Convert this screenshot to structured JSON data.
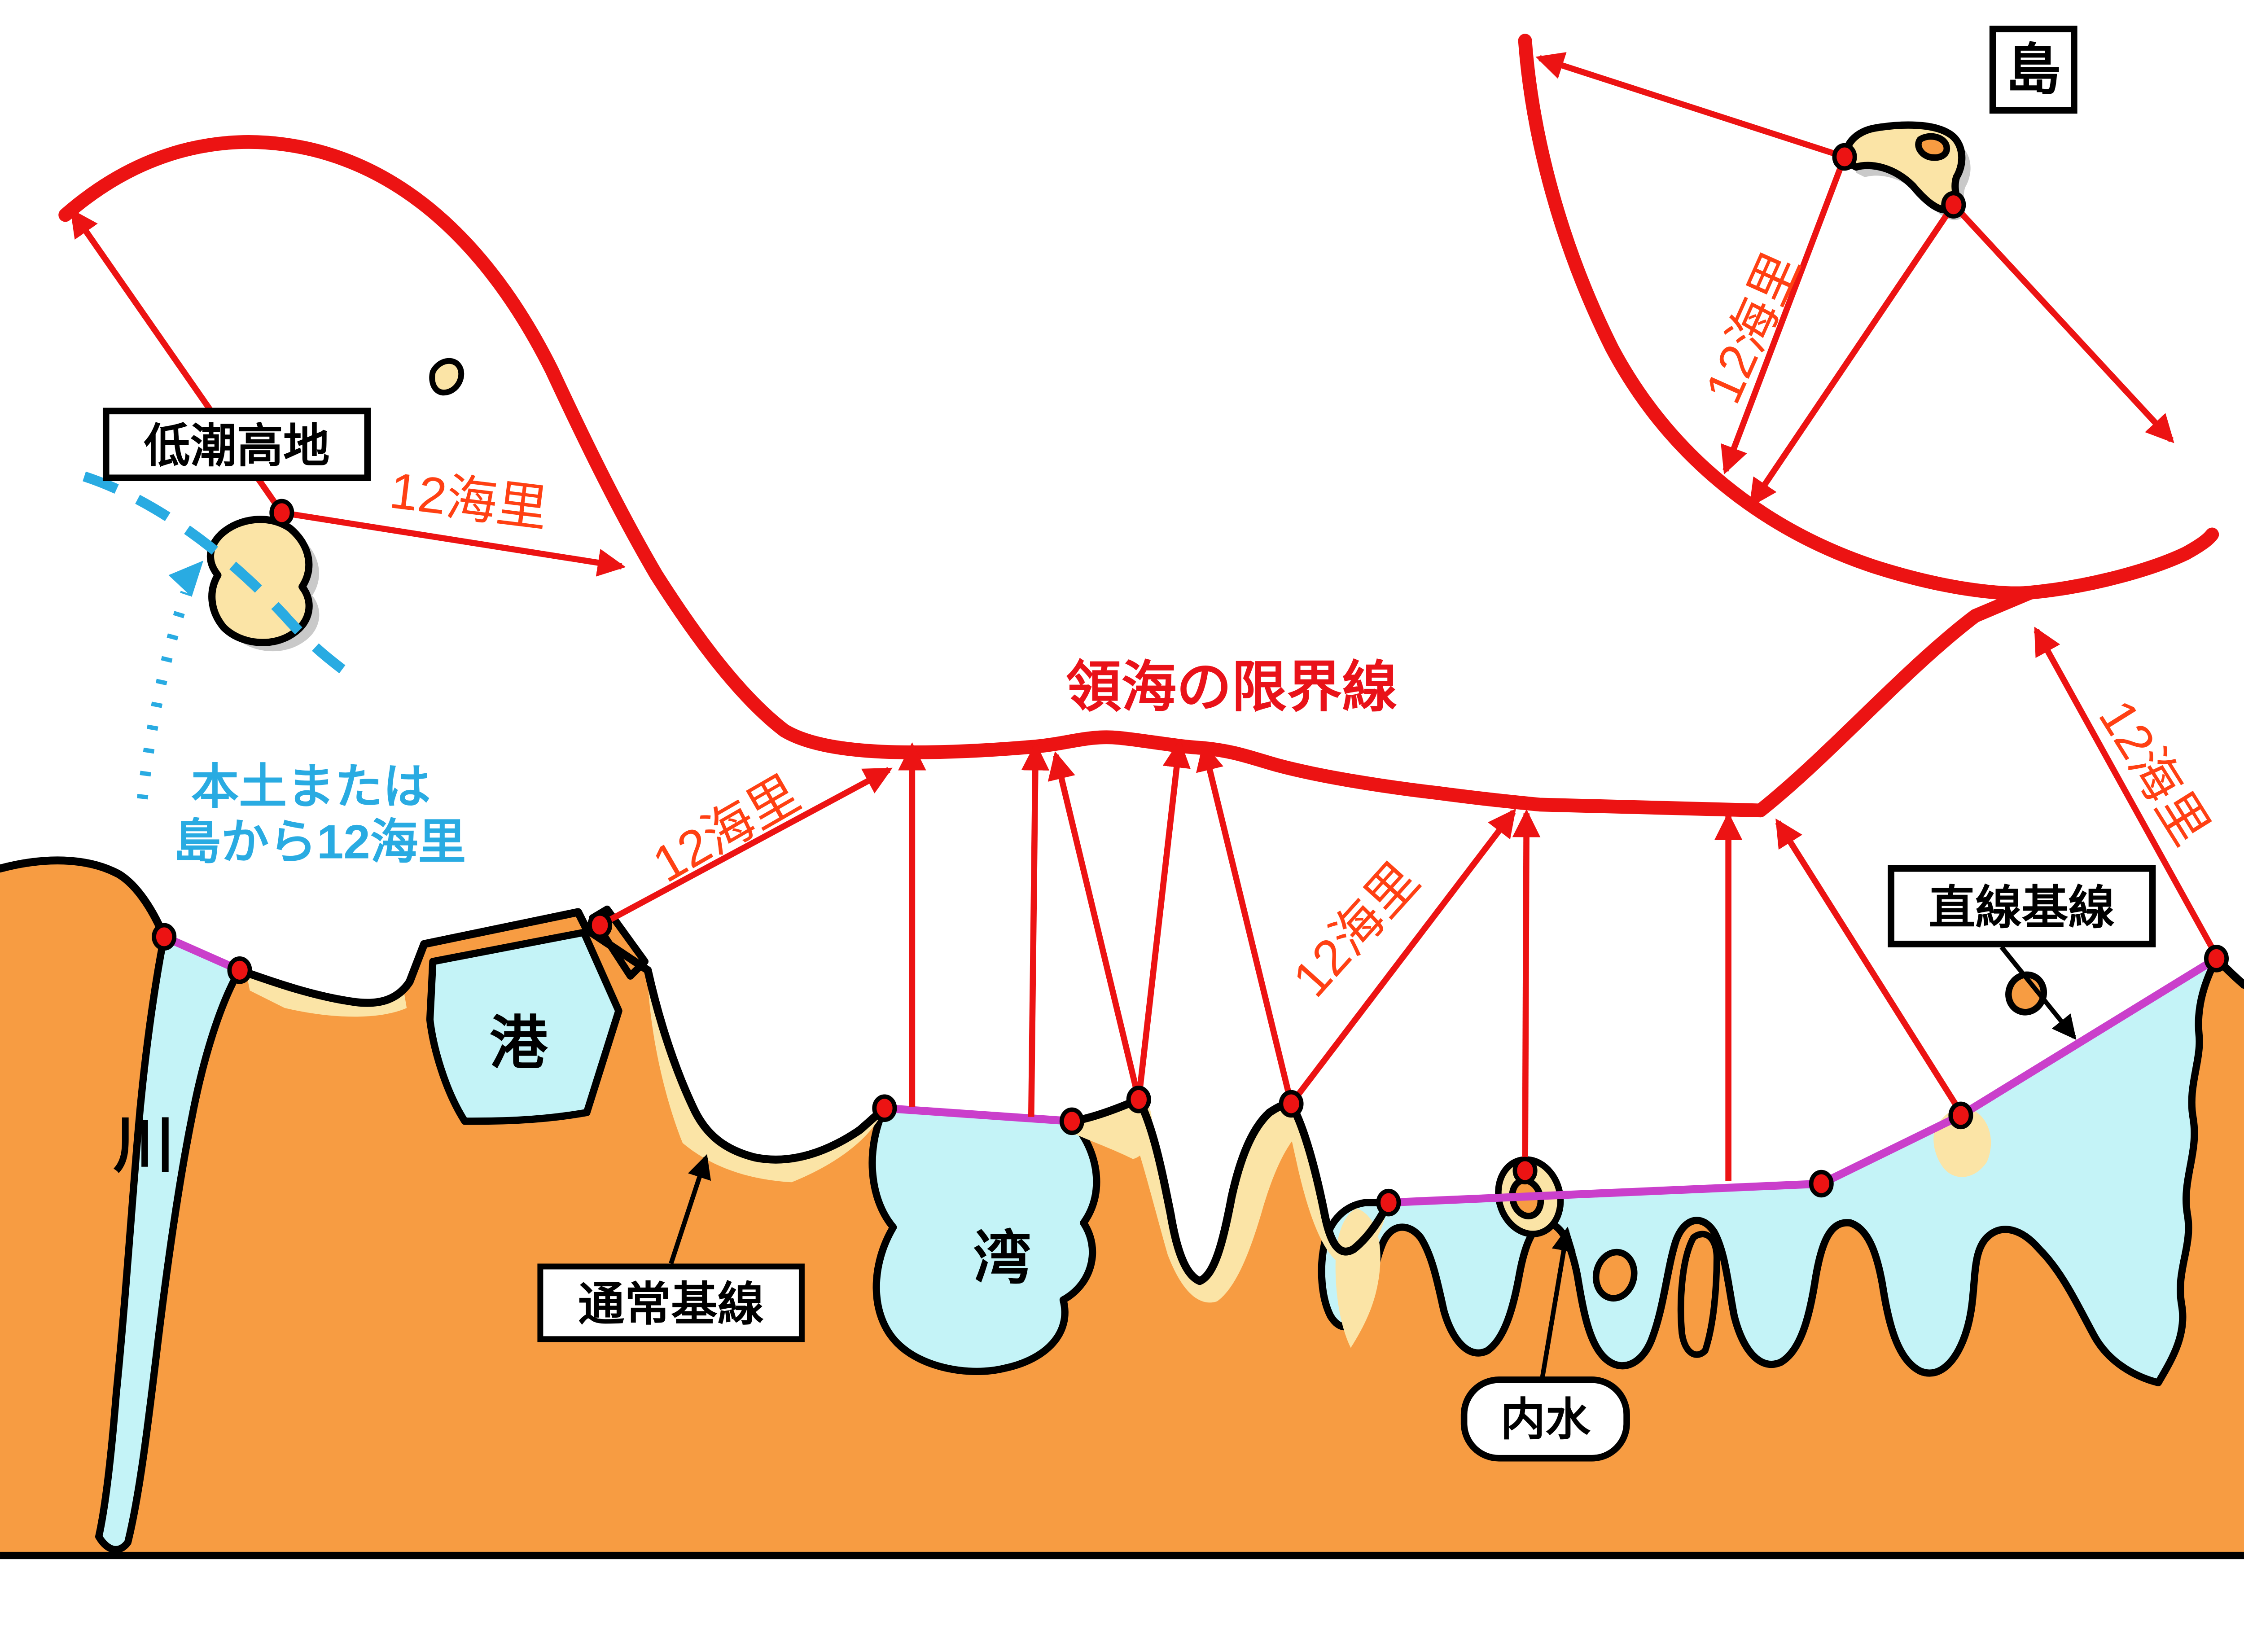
{
  "labels": {
    "island_box": "島",
    "low_tide_elevation_box": "低潮高地",
    "nm12": "12海里",
    "mainland_note_line1": "本土または",
    "mainland_note_line2": "島から12海里",
    "sea_limit": "領海の限界線",
    "port": "港",
    "river": "川",
    "bay": "湾",
    "normal_baseline_box": "通常基線",
    "inland_water_box": "内水",
    "straight_baseline_box": "直線基線"
  },
  "colors": {
    "land_orange": "#F79C42",
    "sand": "#FBE4A6",
    "water_cyan": "#C4F3F7",
    "limit_red": "#EC1313",
    "nm12_text": "#FF4013",
    "sea_limit_text": "#E91219",
    "baseline_magenta": "#CA3FCB",
    "guide_cyan": "#29ABE2",
    "outline_black": "#000000",
    "shadow_gray": "#C9C9C9"
  },
  "legend_semantics": {
    "red_dots": "基点",
    "magenta_lines": "基線（閉鎖線・直線基線）",
    "thick_red_line": "領海の限界線（12海里）",
    "cyan_water": "内水・港・湾・川",
    "sand_color": "低潮線の干出域・砂浜"
  }
}
